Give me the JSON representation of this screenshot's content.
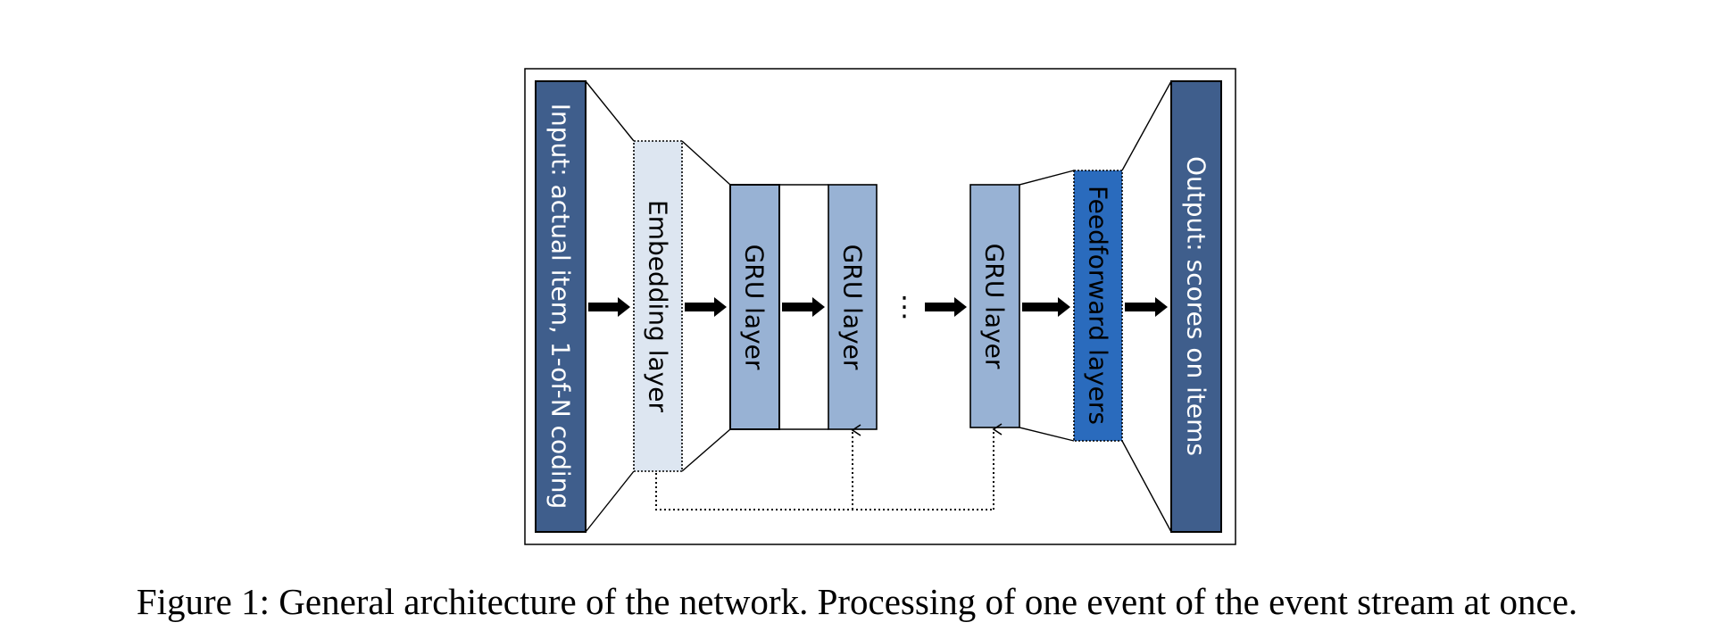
{
  "diagram": {
    "input_label": "Input: actual item, 1-of-N coding",
    "embedding_label": "Embedding layer",
    "gru1_label": "GRU layer",
    "gru2_label": "GRU layer",
    "gru3_label": "GRU layer",
    "ellipsis": "⋮",
    "feedforward_label": "Feedforward layers",
    "output_label": "Output: scores on items"
  },
  "colors": {
    "input_fill": "#3f5e8c",
    "output_fill": "#3f5e8c",
    "embedding_fill": "#dde6f1",
    "gru_fill": "#98b2d4",
    "feedforward_fill": "#2a6bbd"
  },
  "caption": "Figure 1: General architecture of the network. Processing of one event of the event stream at once."
}
